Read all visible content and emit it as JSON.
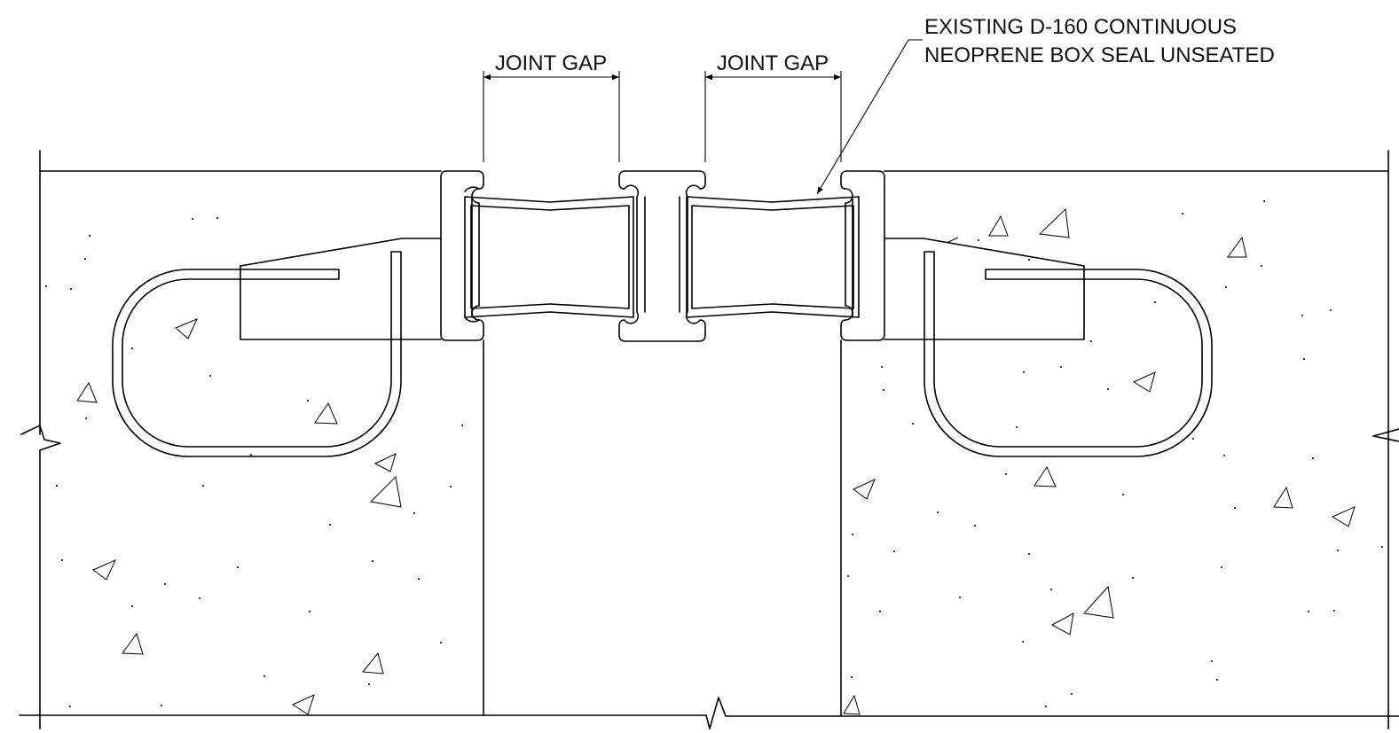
{
  "labels": {
    "joint_gap_left": "JOINT GAP",
    "joint_gap_right": "JOINT GAP",
    "callout_line_1": "EXISTING D-160 CONTINUOUS",
    "callout_line_2": "NEOPRENE BOX SEAL UNSEATED"
  },
  "colors": {
    "line": "#000000",
    "background": "#ffffff"
  }
}
